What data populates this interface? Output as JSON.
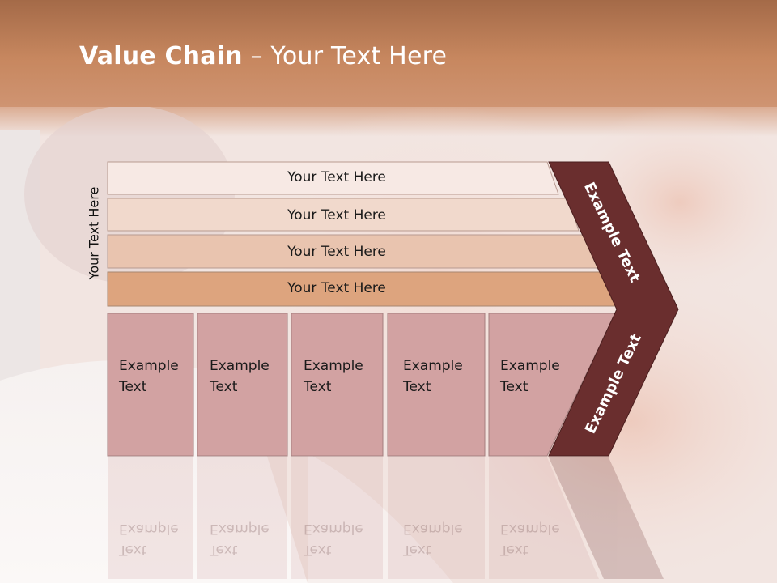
{
  "slide": {
    "title_bold": "Value Chain",
    "title_rest": " – Your Text Here",
    "side_label": "Your Text Here",
    "rows": [
      {
        "label": "Your Text Here",
        "color": "#F7E9E4"
      },
      {
        "label": "Your Text Here",
        "color": "#F1D9CC"
      },
      {
        "label": "Your Text Here",
        "color": "#E9C4AF"
      },
      {
        "label": "Your Text Here",
        "color": "#DDA47E"
      }
    ],
    "cells": [
      {
        "line1": "Example",
        "line2": "Text"
      },
      {
        "line1": "Example",
        "line2": "Text"
      },
      {
        "line1": "Example",
        "line2": "Text"
      },
      {
        "line1": "Example",
        "line2": "Text"
      },
      {
        "line1": "Example",
        "line2": "Text"
      }
    ],
    "arrow_top_label": "Example Text",
    "arrow_bottom_label": "Example Text",
    "colors": {
      "header": "#C98B66",
      "arrow": "#6A2E2E",
      "cell": "#D2A2A2",
      "reflection_text": "#C9B2B2"
    }
  }
}
